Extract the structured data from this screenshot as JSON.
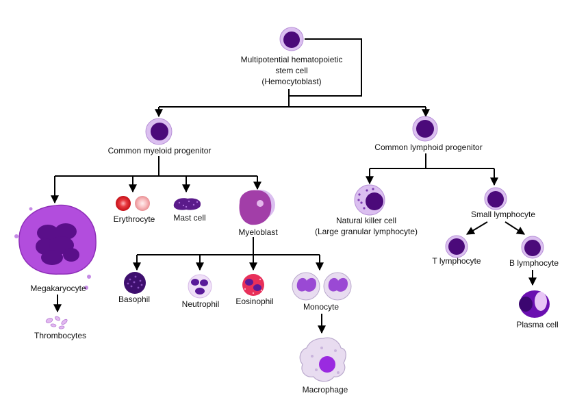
{
  "labels": {
    "stem_line1": "Multipotential hematopoietic",
    "stem_line2": "stem cell",
    "stem_line3": "(Hemocytoblast)",
    "myeloid": "Common myeloid progenitor",
    "lymphoid": "Common lymphoid progenitor",
    "megakaryocyte": "Megakaryocyte",
    "thrombocytes": "Thrombocytes",
    "erythrocyte": "Erythrocyte",
    "mast_cell": "Mast cell",
    "myeloblast": "Myeloblast",
    "basophil": "Basophil",
    "neutrophil": "Neutrophil",
    "eosinophil": "Eosinophil",
    "monocyte": "Monocyte",
    "macrophage": "Macrophage",
    "nk_line1": "Natural killer cell",
    "nk_line2": "(Large granular lymphocyte)",
    "small_lymphocyte": "Small lymphocyte",
    "t_lymphocyte": "T lymphocyte",
    "b_lymphocyte": "B lymphocyte",
    "plasma_cell": "Plasma cell"
  },
  "colors": {
    "nucleus": "#4b0a7a",
    "cytoplasm": "#d6b3ee",
    "megakaryocyte": "#b24ddd",
    "erythrocyte": "#e0171f",
    "eosinophil_granules": "#e8305a",
    "connector": "#000000"
  }
}
